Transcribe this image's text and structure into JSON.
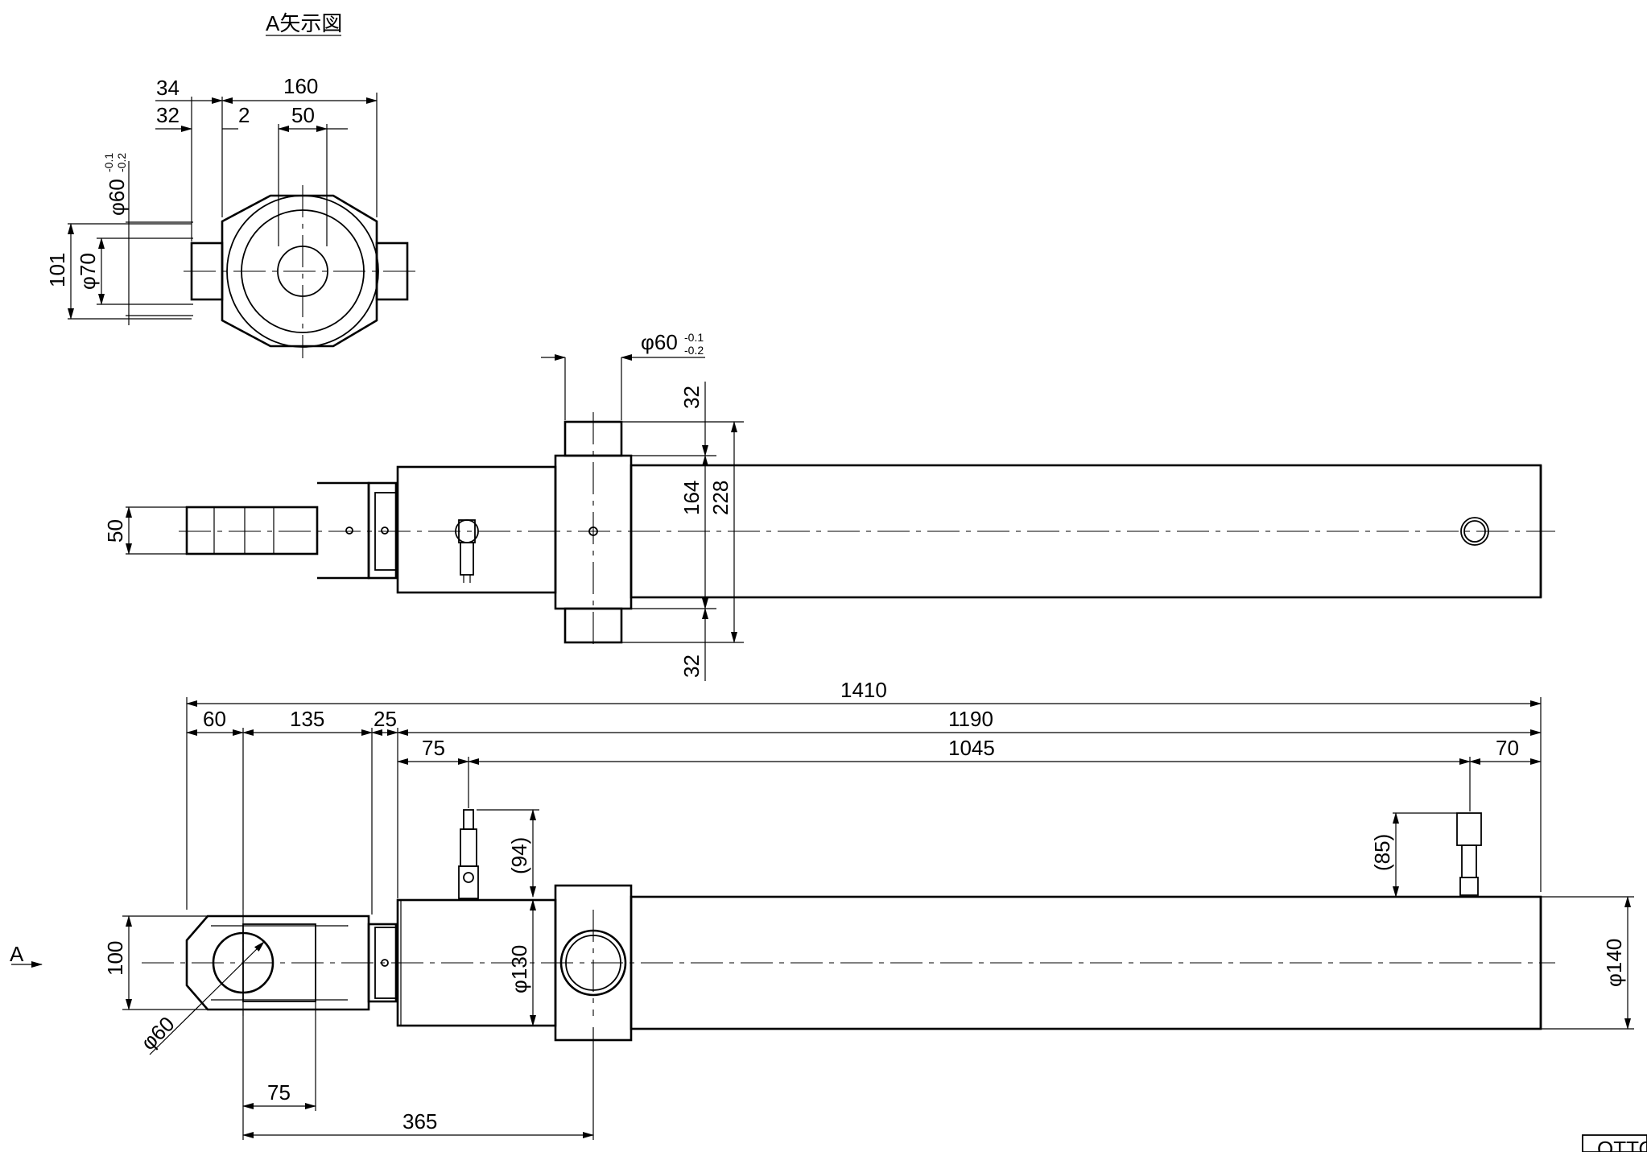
{
  "view_a": {
    "title": "A矢示図",
    "dim_34": "34",
    "dim_160": "160",
    "dim_32": "32",
    "dim_2": "2",
    "dim_50": "50",
    "dim_phi60": "φ60",
    "tol_upper": "-0.1",
    "tol_lower": "-0.2",
    "dim_101": "101",
    "dim_phi70": "φ70"
  },
  "top_view": {
    "dim_phi60": "φ60",
    "tol_upper": "-0.1",
    "tol_lower": "-0.2",
    "dim_32_top": "32",
    "dim_164": "164",
    "dim_228": "228",
    "dim_32_bottom": "32",
    "dim_50": "50"
  },
  "side_view": {
    "dim_1410": "1410",
    "dim_60": "60",
    "dim_135": "135",
    "dim_25": "25",
    "dim_1190": "1190",
    "dim_75_top": "75",
    "dim_1045": "1045",
    "dim_70": "70",
    "dim_94": "(94)",
    "dim_85": "(85)",
    "dim_phi130": "φ130",
    "dim_100": "100",
    "dim_phi60": "φ60",
    "dim_phi140": "φ140",
    "dim_75_bottom": "75",
    "dim_365": "365",
    "arrow_a": "A"
  },
  "title_block": {
    "text": "OTTO"
  }
}
